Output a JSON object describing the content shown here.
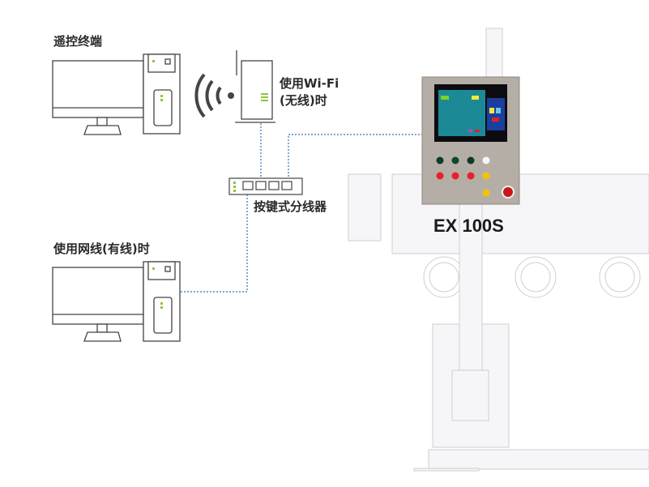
{
  "labels": {
    "remote_terminal": "遥控终端",
    "wifi_line1": "使用Wi-Fi",
    "wifi_line2": "(无线)时",
    "switch": "按键式分线器",
    "wired": "使用网线(有线)时",
    "model": "EX 100S"
  },
  "colors": {
    "link_line": "#3a6fb5",
    "led_green": "#8cc63f",
    "machine_line": "#c8c8c8",
    "panel": "#b5aea6"
  }
}
